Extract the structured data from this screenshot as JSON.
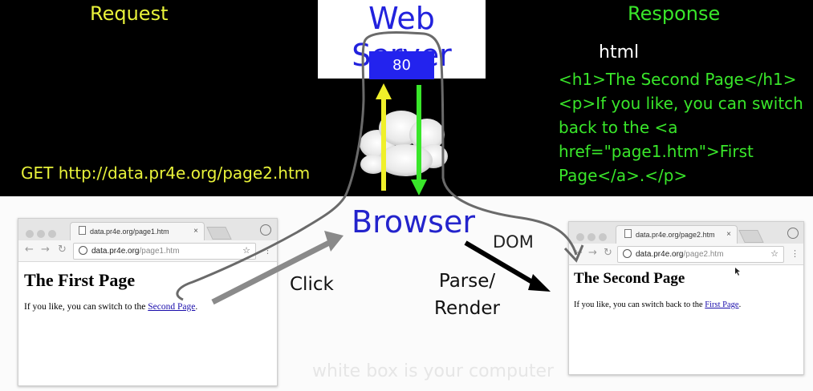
{
  "labels": {
    "request": "Request",
    "response": "Response",
    "web_server": "Web Server",
    "port": "80",
    "get_request": "GET http://data.pr4e.org/page2.htm",
    "html": "html",
    "browser": "Browser",
    "dom": "DOM",
    "click": "Click",
    "parse_render": "Parse/ Render",
    "caption": "white box is your computer"
  },
  "response_code": "<h1>The Second Page</h1><p>If you like, you can switch back to the <a href=\"page1.htm\">First Page</a>.</p>",
  "left_browser": {
    "tab_title": "data.pr4e.org/page1.htm",
    "tab_close": "×",
    "url_domain": "data.pr4e.org",
    "url_path": "/page1.htm",
    "heading": "The First Page",
    "text_before": "If you like, you can switch to the ",
    "link_text": "Second Page",
    "text_after": "."
  },
  "right_browser": {
    "tab_title": "data.pr4e.org/page2.htm",
    "tab_close": "×",
    "url_domain": "data.pr4e.org",
    "url_path": "/page2.htm",
    "heading": "The Second Page",
    "text_before": "If you like, you can switch back to the ",
    "link_text": "First Page",
    "text_after": "."
  },
  "colors": {
    "request_yellow": "#e8f23a",
    "response_green": "#39e62a",
    "server_blue": "#2222dd"
  }
}
